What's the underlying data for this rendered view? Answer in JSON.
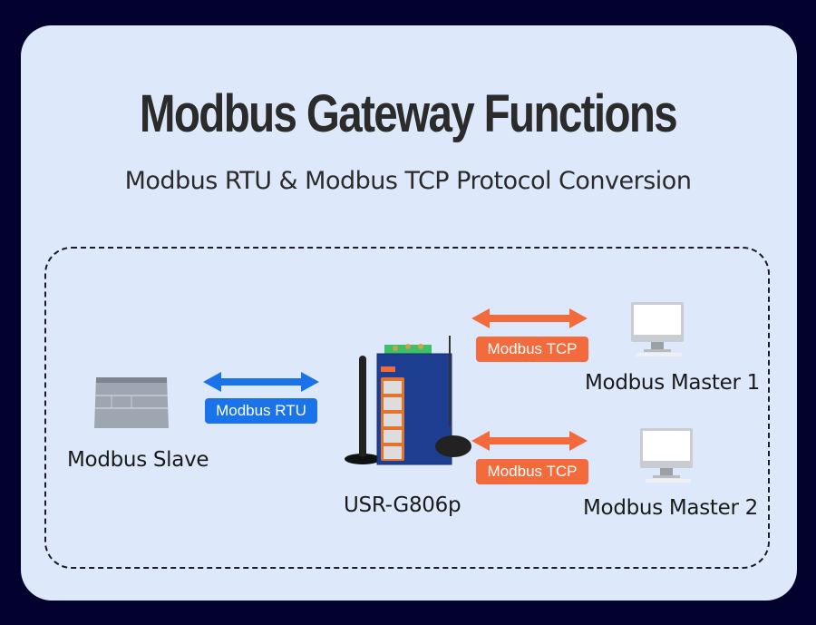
{
  "title": "Modbus Gateway Functions",
  "subtitle": "Modbus RTU & Modbus TCP Protocol Conversion",
  "nodes": {
    "slave": {
      "label": "Modbus Slave",
      "icon": "plc-device-icon"
    },
    "gateway": {
      "label": "USR-G806p",
      "icon": "gateway-router-icon"
    },
    "master1": {
      "label": "Modbus Master 1",
      "icon": "desktop-computer-icon"
    },
    "master2": {
      "label": "Modbus Master 2",
      "icon": "desktop-computer-icon"
    }
  },
  "links": [
    {
      "from": "slave",
      "to": "gateway",
      "label": "Modbus RTU",
      "color": "#1a73e8"
    },
    {
      "from": "gateway",
      "to": "master1",
      "label": "Modbus TCP",
      "color": "#f36b3d"
    },
    {
      "from": "gateway",
      "to": "master2",
      "label": "Modbus TCP",
      "color": "#f36b3d"
    }
  ],
  "colors": {
    "background": "#03022e",
    "card": "#dde9fb",
    "rtu": "#1a73e8",
    "tcp": "#f36b3d"
  }
}
